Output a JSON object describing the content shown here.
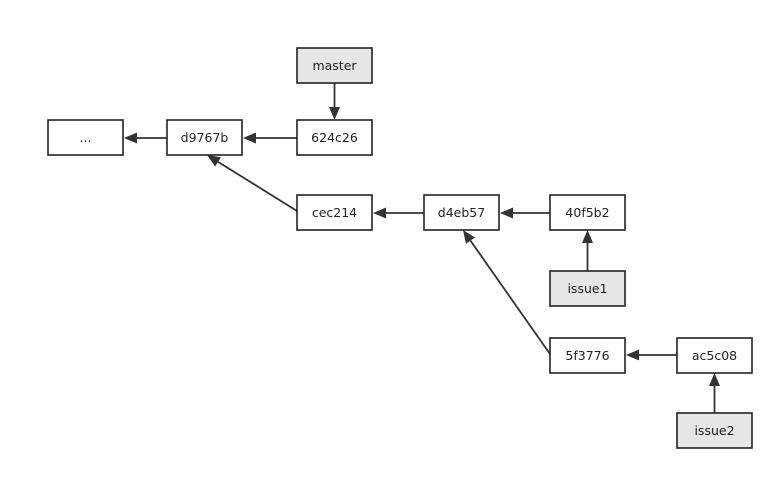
{
  "colors": {
    "commit_fill": "#ffffff",
    "branch_fill": "#e6e6e6",
    "stroke": "#222222",
    "arrow": "#333333"
  },
  "nodes": [
    {
      "id": "ellipsis",
      "label": "...",
      "kind": "commit"
    },
    {
      "id": "d9767b",
      "label": "d9767b",
      "kind": "commit"
    },
    {
      "id": "624c26",
      "label": "624c26",
      "kind": "commit"
    },
    {
      "id": "master",
      "label": "master",
      "kind": "branch"
    },
    {
      "id": "cec214",
      "label": "cec214",
      "kind": "commit"
    },
    {
      "id": "d4eb57",
      "label": "d4eb57",
      "kind": "commit"
    },
    {
      "id": "40f5b2",
      "label": "40f5b2",
      "kind": "commit"
    },
    {
      "id": "issue1",
      "label": "issue1",
      "kind": "branch"
    },
    {
      "id": "5f3776",
      "label": "5f3776",
      "kind": "commit"
    },
    {
      "id": "ac5c08",
      "label": "ac5c08",
      "kind": "commit"
    },
    {
      "id": "issue2",
      "label": "issue2",
      "kind": "branch"
    }
  ],
  "edges": [
    {
      "from": "d9767b",
      "to": "ellipsis"
    },
    {
      "from": "624c26",
      "to": "d9767b"
    },
    {
      "from": "master",
      "to": "624c26"
    },
    {
      "from": "cec214",
      "to": "d9767b"
    },
    {
      "from": "d4eb57",
      "to": "cec214"
    },
    {
      "from": "40f5b2",
      "to": "d4eb57"
    },
    {
      "from": "issue1",
      "to": "40f5b2"
    },
    {
      "from": "5f3776",
      "to": "d4eb57"
    },
    {
      "from": "ac5c08",
      "to": "5f3776"
    },
    {
      "from": "issue2",
      "to": "ac5c08"
    }
  ]
}
